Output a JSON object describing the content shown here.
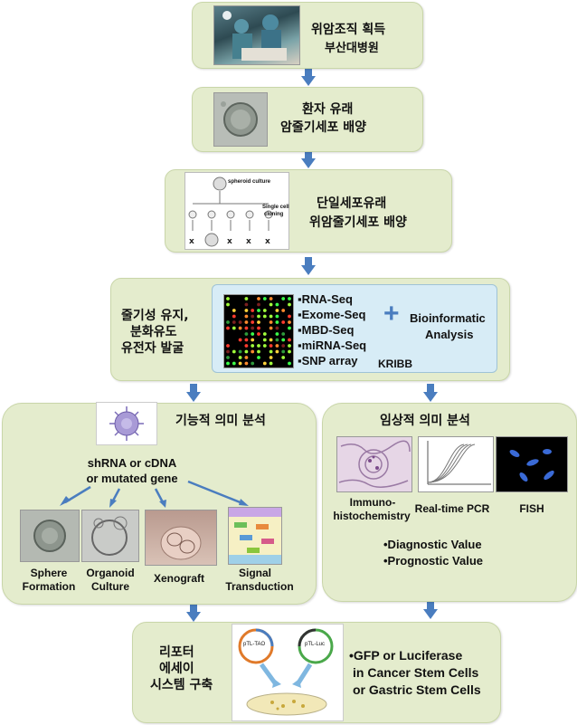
{
  "step1": {
    "line1": "위암조직 획득",
    "line2": "부산대병원"
  },
  "step2": {
    "line1": "환자 유래",
    "line2": "암줄기세포 배양"
  },
  "step3": {
    "line1": "단일세포유래",
    "line2": "위암줄기세포 배양",
    "fig_spheroid": "spheroid culture",
    "fig_single1": "Single cell",
    "fig_single2": "cloning"
  },
  "step4": {
    "title1": "줄기성 유지,",
    "title2": "분화유도",
    "title3": "유전자 발굴",
    "items": [
      "▪RNA-Seq",
      "▪Exome-Seq",
      "▪MBD-Seq",
      "▪miRNA-Seq",
      "▪SNP array"
    ],
    "plus": "+",
    "bio1": "Bioinformatic",
    "bio2": "Analysis",
    "kribb": "KRIBB"
  },
  "functional": {
    "title": "기능적 의미 분석",
    "gene1": "shRNA or cDNA",
    "gene2": "or mutated gene",
    "assays": [
      {
        "l1": "Sphere",
        "l2": "Formation"
      },
      {
        "l1": "Organoid",
        "l2": "Culture"
      },
      {
        "l1": "Xenograft",
        "l2": ""
      },
      {
        "l1": "Signal",
        "l2": "Transduction"
      }
    ]
  },
  "clinical": {
    "title": "임상적 의미 분석",
    "methods": [
      {
        "l1": "Immuno-",
        "l2": "histochemistry"
      },
      {
        "l1": "Real-time PCR",
        "l2": ""
      },
      {
        "l1": "FISH",
        "l2": ""
      }
    ],
    "value1": "•Diagnostic Value",
    "value2": "•Prognostic Value"
  },
  "reporter": {
    "title1": "리포터",
    "title2": "에세이",
    "title3": "시스템 구축",
    "plasmid1": "pTL-TAO",
    "plasmid2": "pTL-Luc",
    "r1": "•GFP or Luciferase",
    "r2": "in Cancer Stem Cells",
    "r3": "or Gastric Stem Cells"
  },
  "colors": {
    "box_fill": "#e4eccd",
    "arrow": "#4a7dbf",
    "panel_blue": "#d7ecf6"
  }
}
